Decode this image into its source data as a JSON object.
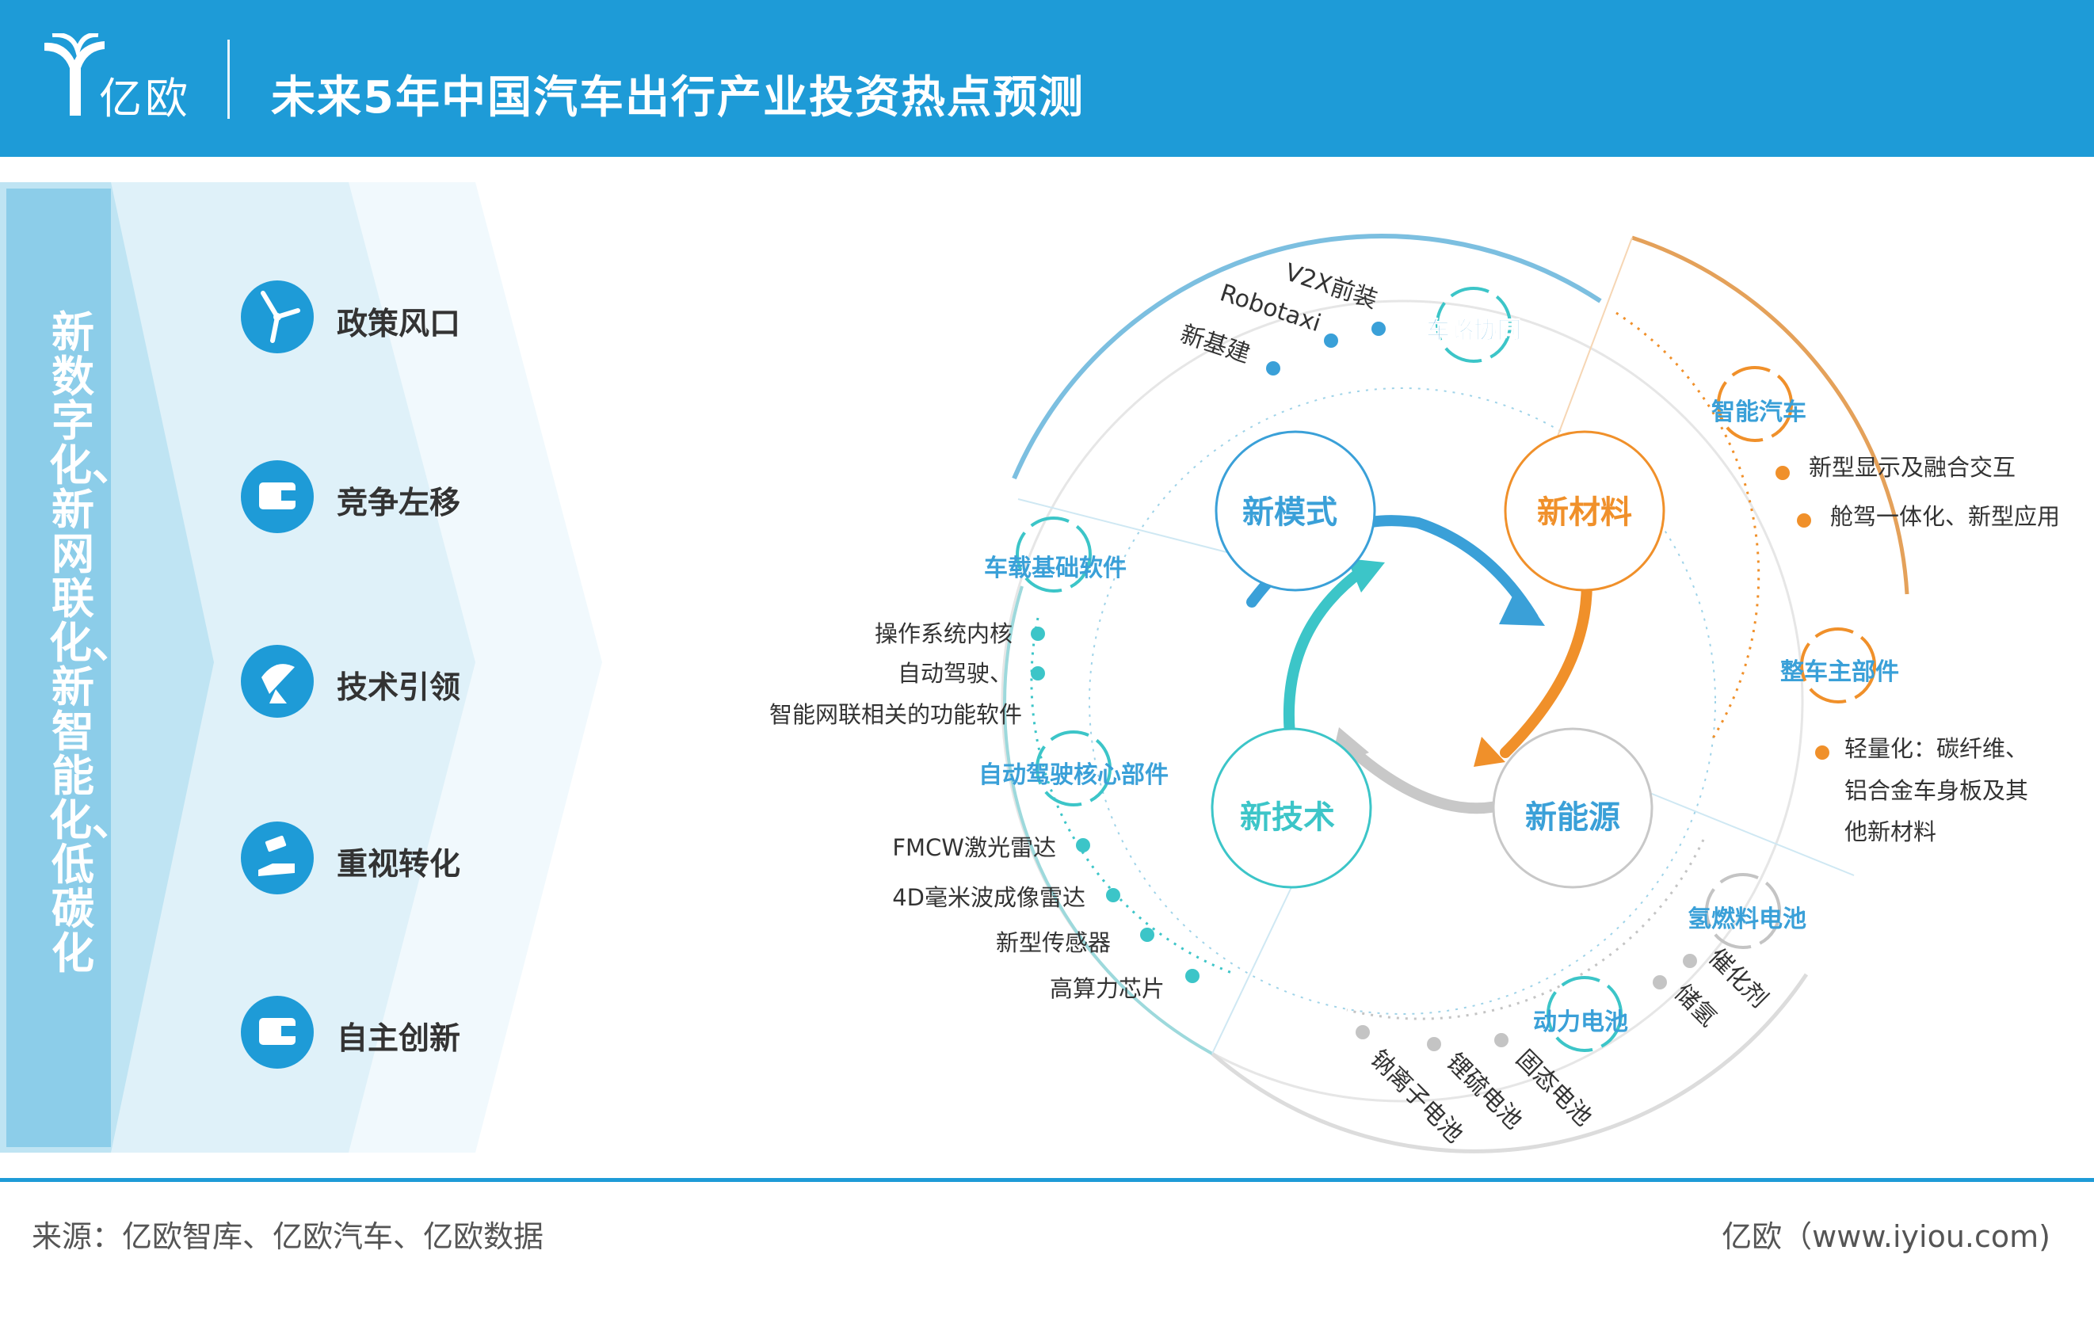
{
  "header": {
    "logo_text": "亿欧",
    "title": "未来5年中国汽车出行产业投资热点预测"
  },
  "vertical_title": "新数字化、新网联化、新智能化、低碳化",
  "left_items": [
    {
      "label": "政策风口",
      "icon": "windmill-icon"
    },
    {
      "label": "竞争左移",
      "icon": "wallet-icon"
    },
    {
      "label": "技术引领",
      "icon": "satellite-dish-icon"
    },
    {
      "label": "重视转化",
      "icon": "hand-money-icon"
    },
    {
      "label": "自主创新",
      "icon": "wallet-icon"
    }
  ],
  "center_nodes": {
    "top_left": "新模式",
    "top_right": "新材料",
    "bottom_left": "新技术",
    "bottom_right": "新能源"
  },
  "categories": {
    "vehicle_road": "车路协同",
    "smart_car": "智能汽车",
    "oem_parts": "整车主部件",
    "hydrogen": "氢燃料电池",
    "power_battery": "动力电池",
    "base_software": "车载基础软件",
    "adas_core": "自动驾驶核心部件"
  },
  "items": {
    "v2x": "V2X前装",
    "robotaxi": "Robotaxi",
    "new_infra": "新基建",
    "display": "新型显示及融合交互",
    "cockpit": "舱驾一体化、新型应用",
    "lightweight_1": "轻量化：碳纤维、",
    "lightweight_2": "铝合金车身板及其",
    "lightweight_3": "他新材料",
    "catalyst": "催化剂",
    "hydrogen_storage": "储氢",
    "solid_state": "固态电池",
    "li_s": "锂硫电池",
    "na_ion": "钠离子电池",
    "os_kernel": "操作系统内核",
    "autodrive": "自动驾驶、",
    "ic_software": "智能网联相关的功能软件",
    "fmcw": "FMCW激光雷达",
    "radar_4d": "4D毫米波成像雷达",
    "sensor": "新型传感器",
    "chip": "高算力芯片"
  },
  "footer": {
    "source": "来源：亿欧智库、亿欧汽车、亿欧数据",
    "site": "亿欧（www.iyiou.com)"
  },
  "colors": {
    "brand_blue": "#1e9bd7",
    "orange": "#f0902a",
    "teal": "#3cc5c8",
    "gray": "#b9b9b9",
    "blue_node": "#3aa0d8"
  }
}
